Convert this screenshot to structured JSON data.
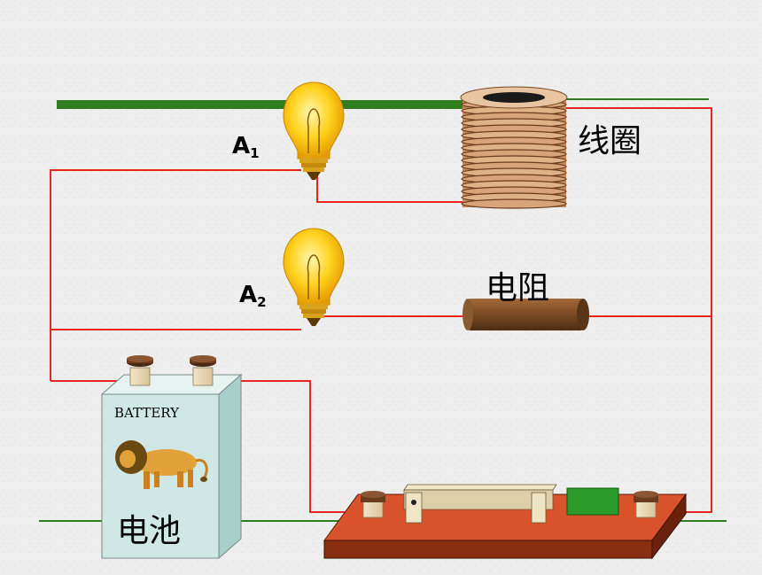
{
  "labels": {
    "bulb_a1_letter": "A",
    "bulb_a1_sub": "1",
    "bulb_a2_letter": "A",
    "bulb_a2_sub": "2",
    "coil": "线圈",
    "resistor": "电阻",
    "battery_brand": "BATTERY",
    "battery": "电池"
  },
  "colors": {
    "wire": "#e8261f",
    "accent_green": "#2e7d1f",
    "coil_copper": "#d7a37a",
    "coil_ring_dark": "#6b3b1d",
    "bulb_glass": "#ffd02a",
    "resistor_body": "#7a4a24",
    "battery_body": "#cfe8e6",
    "switch_board": "#d8532c"
  },
  "icons": {
    "battery_mascot": "lion-icon"
  }
}
